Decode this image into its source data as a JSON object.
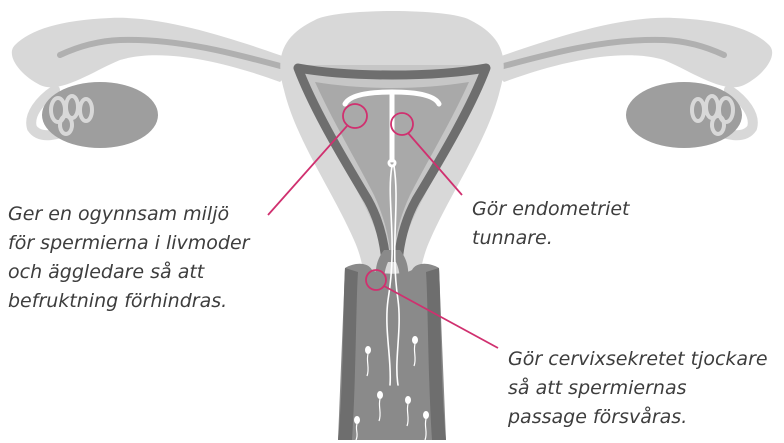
{
  "colors": {
    "tissue_light": "#d8d8d8",
    "tissue_mid": "#c6c6c6",
    "tissue_dark": "#9e9e9e",
    "wall": "#6e6e6e",
    "cavity": "#a9a9a9",
    "vagina": "#8a8a8a",
    "device": "#ffffff",
    "marker": "#d0306f",
    "text": "#3d3d3d"
  },
  "icons": {
    "device": "iud-icon",
    "sperm": "sperm-icon"
  },
  "annotations": {
    "left": {
      "lines": [
        "Ger en ogynnsam miljö",
        "för spermierna i livmoder",
        "och äggledare så att",
        "befruktning förhindras."
      ]
    },
    "right_top": {
      "lines": [
        "Gör endometriet",
        "tunnare."
      ]
    },
    "right_bottom": {
      "lines": [
        "Gör cervixsekretet tjockare",
        "så att spermiernas",
        "passage försvåras."
      ]
    }
  }
}
